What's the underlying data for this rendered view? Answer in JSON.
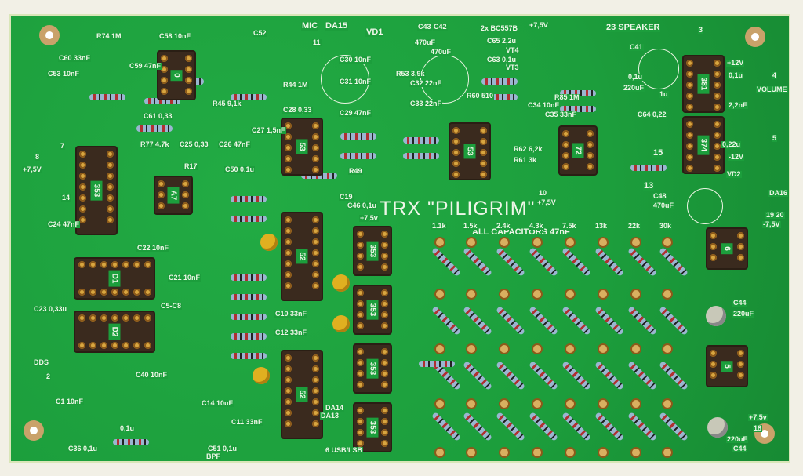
{
  "board": {
    "title": "TRX \"PILIGRIM\"",
    "subtitle": "ALL CAPACITORS 47nF",
    "grid_columns": [
      "1.1k",
      "1.5k",
      "2.4k",
      "4.3k",
      "7.5k",
      "13k",
      "22k",
      "30k"
    ],
    "labels": [
      "MIC",
      "DA15",
      "VD1",
      "C43",
      "470uF",
      "C42",
      "470uF",
      "C65 2,2u",
      "C63 0,1u",
      "2x BC557B",
      "+7,5V",
      "VT4",
      "VT3",
      "23 SPEAKER",
      "C41",
      "0,1u",
      "220uF",
      "+12V",
      "0,1u",
      "4",
      "2,2nF",
      "VOLUME",
      "1u",
      "C64 0,22",
      "0,22u",
      "5",
      "-12V",
      "15",
      "13",
      "10",
      "+7,5V",
      "C48",
      "470uF",
      "VD2",
      "DA16",
      "19 20",
      "-7,5V",
      "C44",
      "220uF",
      "C44",
      "220uF",
      "+7,5v",
      "18",
      "C30 10nF",
      "C31 10nF",
      "C32 22nF",
      "C33 22nF",
      "C29 47nF",
      "C28 0,33",
      "C58 10nF",
      "C52",
      "C61 0,33",
      "C50 0,1u",
      "R74 1M",
      "R77 4.7k",
      "R45 9,1k",
      "R44 1M",
      "R53 3,9k",
      "R60 510",
      "R62 6,2k",
      "R61 3k",
      "R85 1M",
      "C34 10nF",
      "C35 33nF",
      "11",
      "3",
      "C53 10nF",
      "C60 33nF",
      "C59 47nF",
      "C25 0,33",
      "C26 47nF",
      "C27 1,5nF",
      "C24 47nF",
      "C22 10nF",
      "C21 10nF",
      "C23 0,33u",
      "C10 33nF",
      "C12 33nF",
      "C11 33nF",
      "C14 10uF",
      "C51 0,1u",
      "C40 10nF",
      "C36 0,1u",
      "C1 10nF",
      "DDS",
      "2",
      "DA14",
      "DA13",
      "0,1u",
      "BPF",
      "6 USB/LSB",
      "+7,5v",
      "C46 0,1u",
      "C19",
      "C5-C8",
      "14",
      "8",
      "+7,5V",
      "7",
      "R49",
      "R17"
    ],
    "sockets": [
      "353",
      "A7",
      "0",
      "53",
      "53",
      "72",
      "381",
      "374",
      "D1",
      "D2",
      "52",
      "52",
      "353",
      "353",
      "353",
      "353",
      "6",
      "5"
    ]
  }
}
